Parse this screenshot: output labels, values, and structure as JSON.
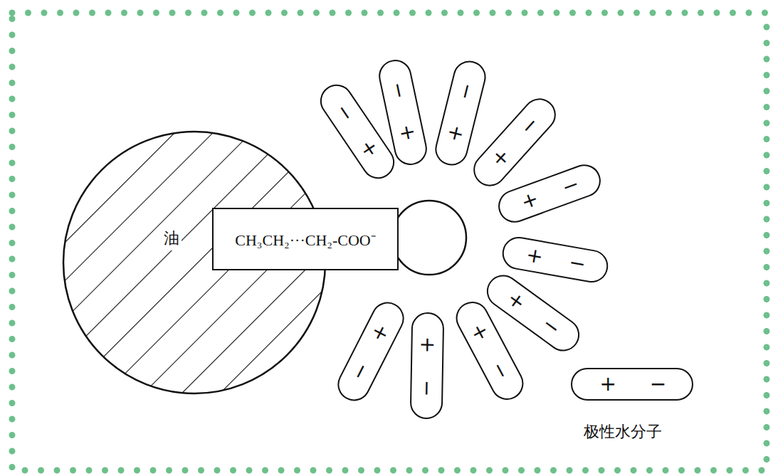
{
  "diagram": {
    "nodes": [
      {
        "text": [
          "油"
        ]
      },
      {
        "text": [
          "CH₃CH₂···CH₂-COO⁻"
        ]
      },
      {
        "text": [
          "+",
          "−"
        ]
      },
      {
        "text": [
          "+",
          "−"
        ]
      },
      {
        "text": [
          "+",
          "−"
        ]
      },
      {
        "text": [
          "+",
          "−"
        ]
      },
      {
        "text": [
          "+",
          "−"
        ]
      },
      {
        "text": [
          "+",
          "−"
        ]
      },
      {
        "text": [
          "+",
          "−"
        ]
      },
      {
        "text": [
          "+",
          "−"
        ]
      },
      {
        "text": [
          "+",
          "−"
        ]
      },
      {
        "text": [
          "+",
          "−"
        ]
      },
      {
        "text": [
          "+",
          "−"
        ]
      }
    ],
    "labels": [
      "极性水分子"
    ]
  }
}
